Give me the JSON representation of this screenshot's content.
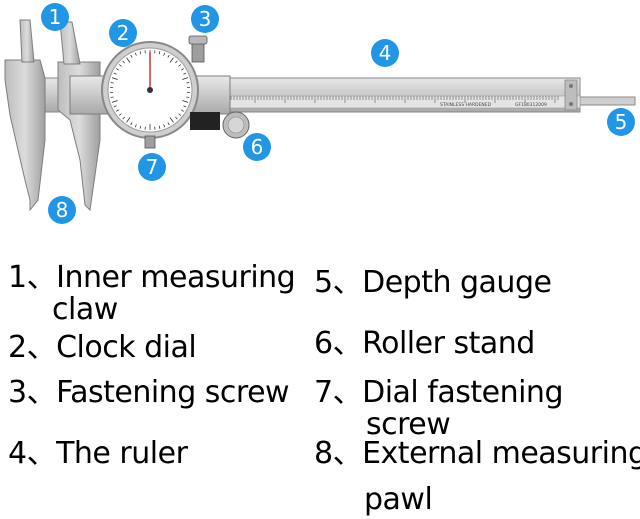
{
  "figure": {
    "markers": [
      {
        "id": "1",
        "color": "#2196e6"
      },
      {
        "id": "2",
        "color": "#2196e6"
      },
      {
        "id": "3",
        "color": "#2196e6"
      },
      {
        "id": "4",
        "color": "#2196e6"
      },
      {
        "id": "5",
        "color": "#2196e6"
      },
      {
        "id": "6",
        "color": "#2196e6"
      },
      {
        "id": "7",
        "color": "#2196e6"
      },
      {
        "id": "8",
        "color": "#2196e6"
      }
    ],
    "beam_text_left": "STAINLESS HARDENED",
    "beam_text_right": "GF180312009"
  },
  "legend": [
    {
      "num": "1、",
      "text_line1": "Inner measuring",
      "text_line2": "claw"
    },
    {
      "num": "2、",
      "text_line1": "Clock dial"
    },
    {
      "num": "3、",
      "text_line1": "Fastening screw"
    },
    {
      "num": "4、",
      "text_line1": "The ruler"
    },
    {
      "num": "5、",
      "text_line1": "Depth gauge"
    },
    {
      "num": "6、",
      "text_line1": "Roller stand"
    },
    {
      "num": "7、",
      "text_line1": "Dial fastening",
      "text_line2": "screw"
    },
    {
      "num": "8、",
      "text_line1": "External measuring",
      "text_line2": "pawl"
    }
  ]
}
